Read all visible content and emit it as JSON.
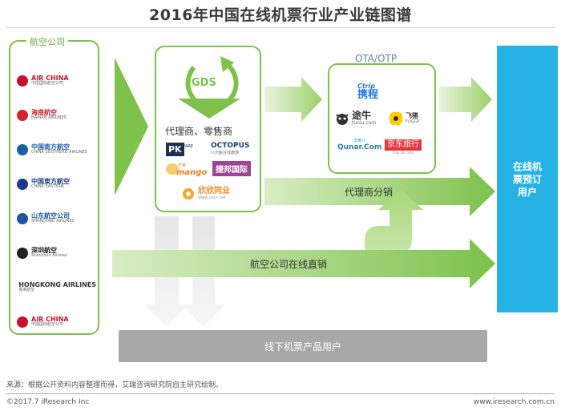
{
  "title": "2016年中国在线机票行业产业链图谱",
  "airlines_panel": {
    "label": "航空公司",
    "items": [
      {
        "name": "AIR CHINA",
        "sub": "中国国际航空公司",
        "color": "#c8102e"
      },
      {
        "name": "海南航空",
        "sub": "HAINAN AIRLINES",
        "color": "#d2232a"
      },
      {
        "name": "中国南方航空",
        "sub": "CHINA SOUTHERN AIRLINES",
        "color": "#1a5fa8"
      },
      {
        "name": "中国東方航空",
        "sub": "CHINA EASTERN",
        "color": "#1d3a8a"
      },
      {
        "name": "山东航空公司",
        "sub": "SHANDONG AIRLINES",
        "color": "#1c57a5"
      },
      {
        "name": "深圳航空",
        "sub": "Shenzhen Airlines",
        "color": "#222222"
      },
      {
        "name": "HONGKONG AIRLINES",
        "sub": "香港航空",
        "color": "#333333"
      },
      {
        "name": "AIR CHINA",
        "sub": "中国国际航空公司",
        "color": "#c8102e"
      }
    ]
  },
  "gds_panel": {
    "gds_label": "GDS",
    "agents_label": "代理商、零售商",
    "logos": {
      "pk": "PK",
      "pk_sup": "FARE",
      "octopus": "OCTOPUS",
      "octopus_sub": "八爪鱼在线旅游",
      "mango": "mango",
      "mango_sup": "芒果",
      "jiebang": "捷邦国际",
      "xinxin": "欣欣同业",
      "xinxin_url": "www.cncn.net"
    }
  },
  "ota_panel": {
    "label": "OTA/OTP",
    "logos": {
      "ctrip_en": "Ctrip",
      "ctrip_cn": "携程",
      "tuniu": "途牛",
      "tuniu_url": "tuniu.com",
      "feizhu": "飞猪",
      "feizhu_sub": "FLIGGY",
      "qunar": "Qunar.Com",
      "qunar_sub": "去哪儿",
      "jd": "京东旅行",
      "jd_url": "trip.jd.com"
    }
  },
  "flows": {
    "agent_distribution": "代理商分销",
    "airline_direct": "航空公司在线直销",
    "offline_users": "线下机票产品用户",
    "customer": "在线机票预订用户"
  },
  "colors": {
    "green": "#7dc24b",
    "light_green": "#cfe8b4",
    "blue": "#27b2e6",
    "gray": "#a8a8a8"
  },
  "footer": {
    "source": "来源：根据公开资料内容整理而得，艾瑞咨询研究院自主研究绘制。",
    "copyright": "©2017.7 iResearch Inc",
    "url": "www.iresearch.com.cn"
  }
}
